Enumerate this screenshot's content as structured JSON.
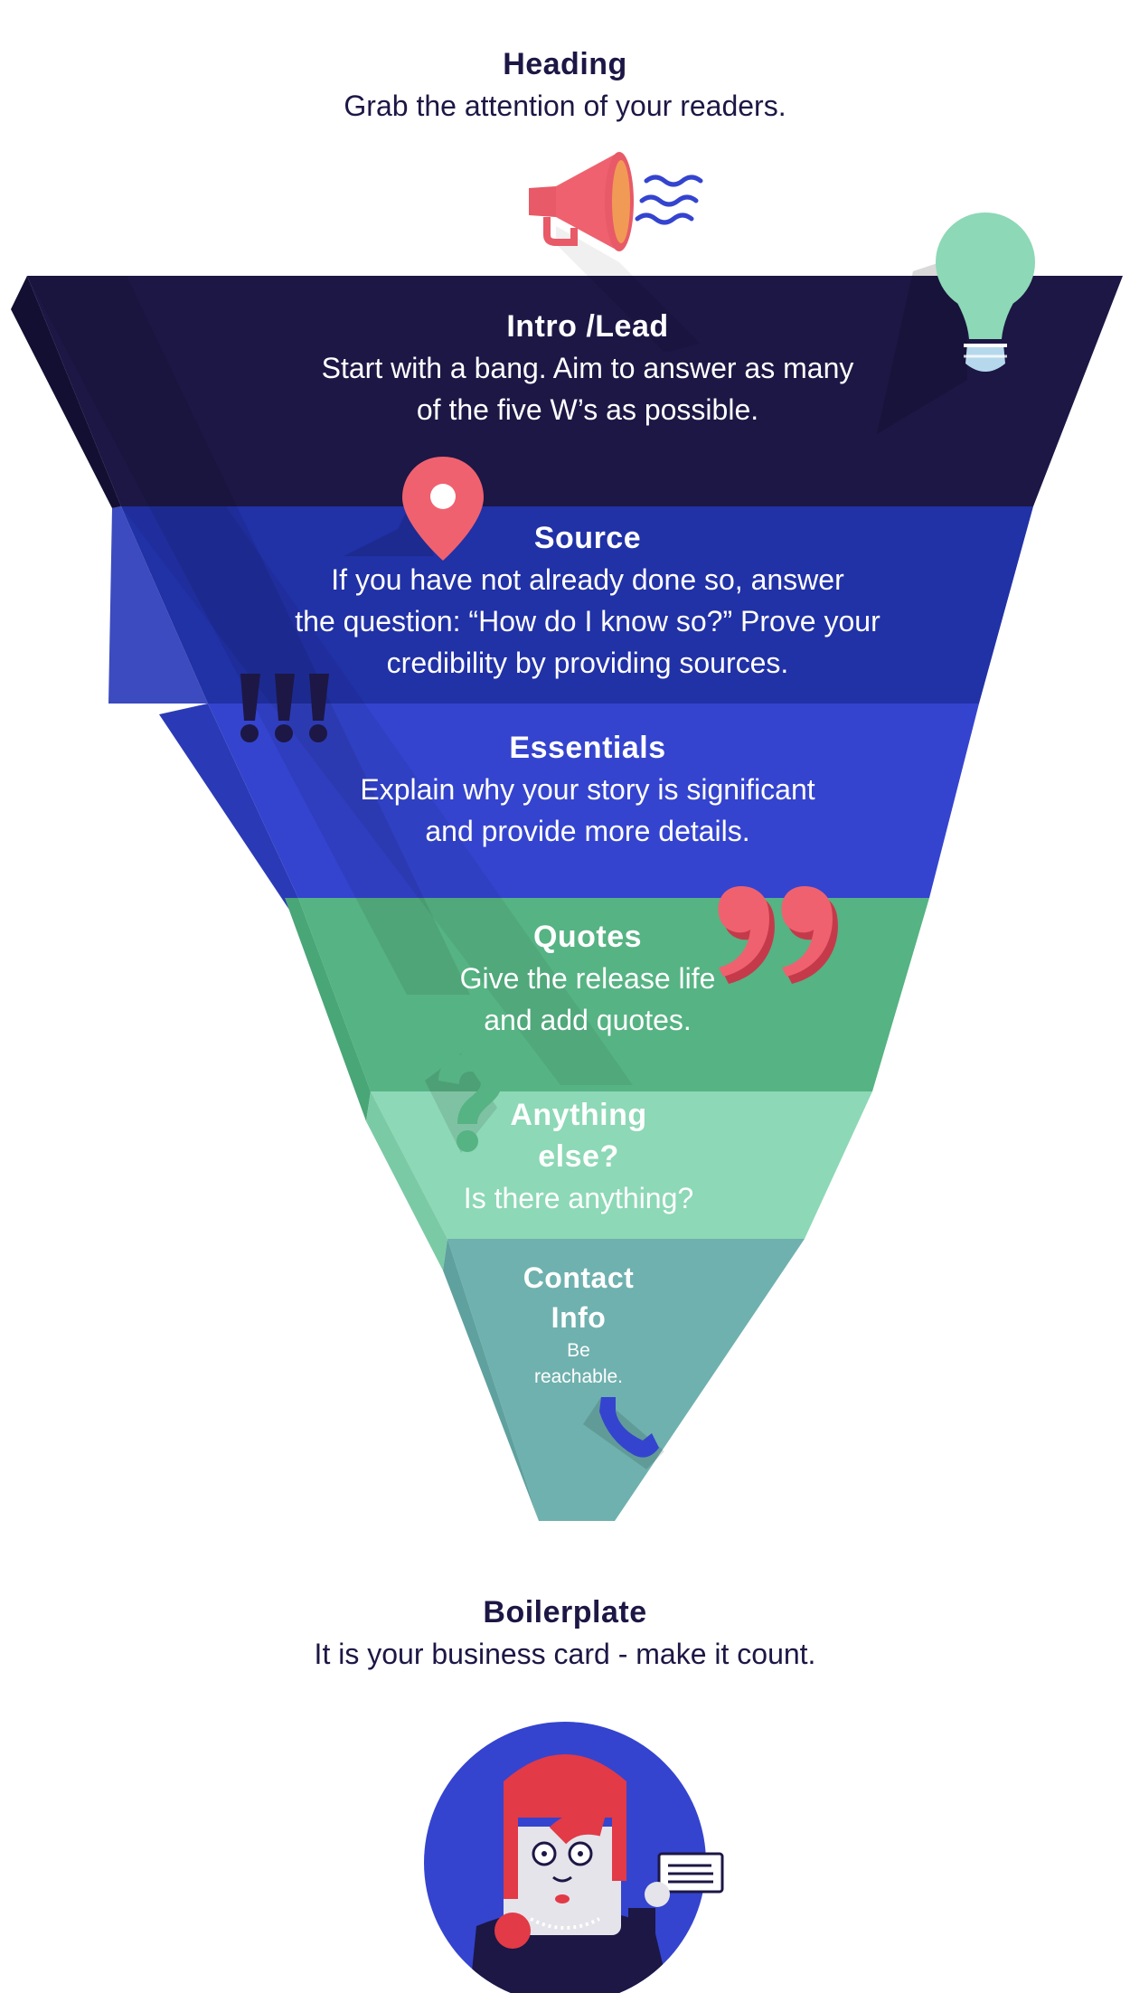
{
  "heading": {
    "title": "Heading",
    "description": "Grab the attention of your readers."
  },
  "layers": [
    {
      "key": "intro",
      "title": "Intro /Lead",
      "lines": [
        "Start with a bang. Aim to answer as many",
        "of the five W’s as possible."
      ],
      "color": "#1c1745"
    },
    {
      "key": "source",
      "title": "Source",
      "lines": [
        "If you have not already done so, answer",
        "the question: “How do I know so?” Prove your",
        "credibility by providing sources."
      ],
      "color": "#2131a6"
    },
    {
      "key": "essentials",
      "title": "Essentials",
      "lines": [
        "Explain why your story is significant",
        "and provide more details."
      ],
      "color": "#3444cf"
    },
    {
      "key": "quotes",
      "title": "Quotes",
      "lines": [
        "Give the release life",
        "and add quotes."
      ],
      "color": "#56b383"
    },
    {
      "key": "anything",
      "title_lines": [
        "Anything",
        "else?"
      ],
      "lines": [
        "Is there anything?"
      ],
      "color": "#8dd8b6"
    },
    {
      "key": "contact",
      "title_lines": [
        "Contact",
        "Info"
      ],
      "lines": [
        "Be",
        "reachable."
      ],
      "color": "#6fb1ae"
    }
  ],
  "boilerplate": {
    "title": "Boilerplate",
    "description": "It is your business card - make it count."
  },
  "icons": {
    "megaphone": "megaphone-icon",
    "lightbulb": "lightbulb-icon",
    "pin": "location-pin-icon",
    "exclamation": "exclamation-marks-icon",
    "quote": "quotation-marks-icon",
    "question": "question-mark-icon",
    "phone": "phone-receiver-icon",
    "avatar": "person-with-business-card-avatar"
  }
}
